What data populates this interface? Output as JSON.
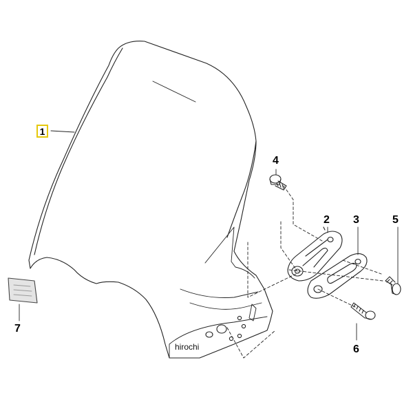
{
  "diagram": {
    "callouts": {
      "c1": "1",
      "c2": "2",
      "c3": "3",
      "c4": "4",
      "c5": "5",
      "c6": "6",
      "c7": "7"
    },
    "highlight_color": "#e6c80a",
    "watermark": "hirochi"
  }
}
